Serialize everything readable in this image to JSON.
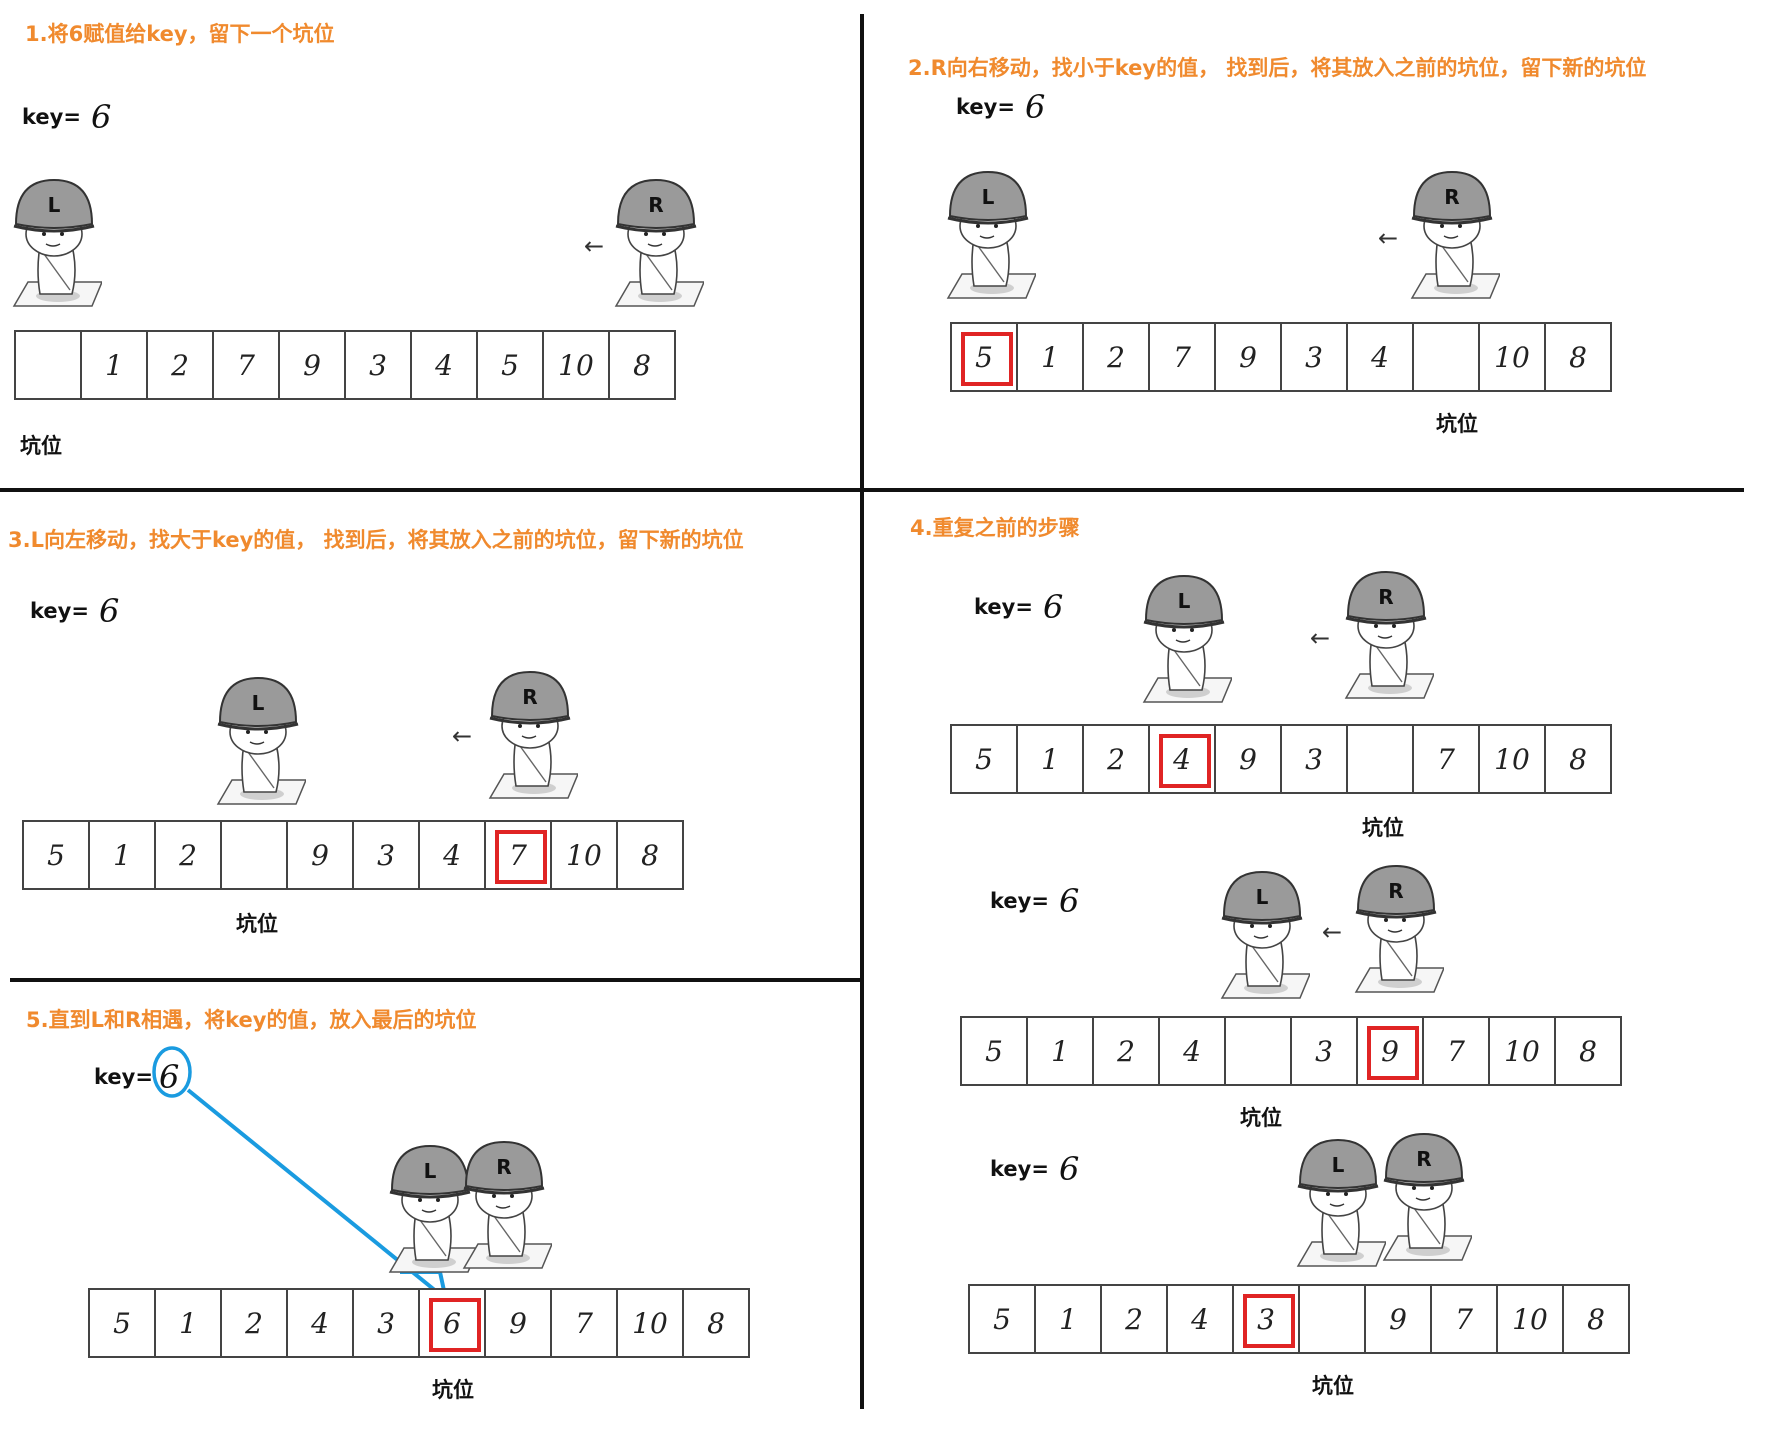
{
  "panels": [
    {
      "title": "1.将6赋值给key，留下一个坑位",
      "key_label": "key=",
      "key_value": "6",
      "cells": [
        "",
        "1",
        "2",
        "7",
        "9",
        "3",
        "4",
        "5",
        "10",
        "8"
      ],
      "highlight_index": -1,
      "pit_label": "坑位",
      "l_label": "L",
      "r_label": "R"
    },
    {
      "title": "2.R向右移动，找小于key的值， 找到后，将其放入之前的坑位，留下新的坑位",
      "key_label": "key=",
      "key_value": "6",
      "cells": [
        "5",
        "1",
        "2",
        "7",
        "9",
        "3",
        "4",
        "",
        "10",
        "8"
      ],
      "highlight_index": 0,
      "pit_label": "坑位",
      "l_label": "L",
      "r_label": "R"
    },
    {
      "title": "3.L向左移动，找大于key的值， 找到后，将其放入之前的坑位，留下新的坑位",
      "key_label": "key=",
      "key_value": "6",
      "cells": [
        "5",
        "1",
        "2",
        "",
        "9",
        "3",
        "4",
        "7",
        "10",
        "8"
      ],
      "highlight_index": 7,
      "pit_label": "坑位",
      "l_label": "L",
      "r_label": "R"
    },
    {
      "title": "4.重复之前的步骤",
      "subpanels": [
        {
          "key_label": "key=",
          "key_value": "6",
          "cells": [
            "5",
            "1",
            "2",
            "4",
            "9",
            "3",
            "",
            "7",
            "10",
            "8"
          ],
          "highlight_index": 3,
          "pit_label": "坑位",
          "l_label": "L",
          "r_label": "R"
        },
        {
          "key_label": "key=",
          "key_value": "6",
          "cells": [
            "5",
            "1",
            "2",
            "4",
            "",
            "3",
            "9",
            "7",
            "10",
            "8"
          ],
          "highlight_index": 6,
          "pit_label": "坑位",
          "l_label": "L",
          "r_label": "R"
        },
        {
          "key_label": "key=",
          "key_value": "6",
          "cells": [
            "5",
            "1",
            "2",
            "4",
            "3",
            "",
            "9",
            "7",
            "10",
            "8"
          ],
          "highlight_index": 4,
          "pit_label": "坑位",
          "l_label": "L",
          "r_label": "R"
        }
      ]
    },
    {
      "title": "5.直到L和R相遇，将key的值，放入最后的坑位",
      "key_label": "key=",
      "key_value": "6",
      "cells": [
        "5",
        "1",
        "2",
        "4",
        "3",
        "6",
        "9",
        "7",
        "10",
        "8"
      ],
      "highlight_index": 5,
      "pit_label": "坑位",
      "l_label": "L",
      "r_label": "R"
    }
  ],
  "colors": {
    "title": "#f08a2e",
    "highlight": "#e02424",
    "key_circle": "#1a9be0",
    "helmet": "#9a9a9a"
  }
}
